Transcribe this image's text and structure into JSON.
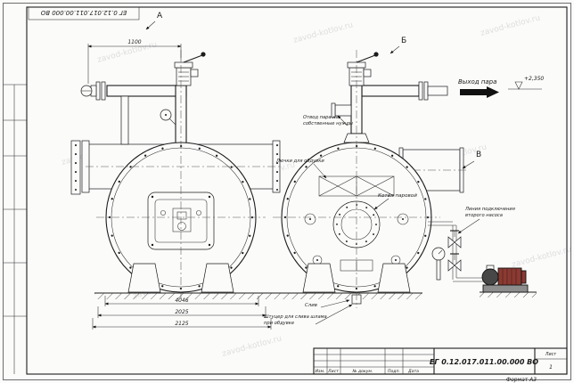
{
  "frame": {
    "doc_number": "ЕГ 0.12.017.011.00.000  ВО",
    "format_label": "Формат А3"
  },
  "title_block": {
    "doc_number": "ЕГ 0.12.017.011.00.000  ВО",
    "col_izm": "Изм.",
    "col_list": "Лист",
    "col_doc": "№ докум.",
    "col_podp": "Подп.",
    "col_data": "Дата",
    "sheet_label": "Лист",
    "sheet_value": "1"
  },
  "views": {
    "a": "А",
    "b": "Б",
    "v": "В"
  },
  "labels": {
    "steam_outlet": "Выход пара",
    "level_mark": "+2,350",
    "steam_own_1": "Отвод пара на",
    "steam_own_2": "собственные нужды",
    "hatches": "Лючки для обдувки",
    "boiler": "Котёл паровой",
    "pump_line_1": "Линия подключения",
    "pump_line_2": "второго насоса",
    "sludge_1": "Штуцер для слива шлама",
    "sludge_2": "при обдувке",
    "drain": "Слив"
  },
  "dimensions": {
    "top_width": "1100",
    "inner_width": "4046",
    "width_1": "2025",
    "width_2": "2125"
  },
  "watermark": {
    "text": "zavod-kotlov.ru"
  }
}
